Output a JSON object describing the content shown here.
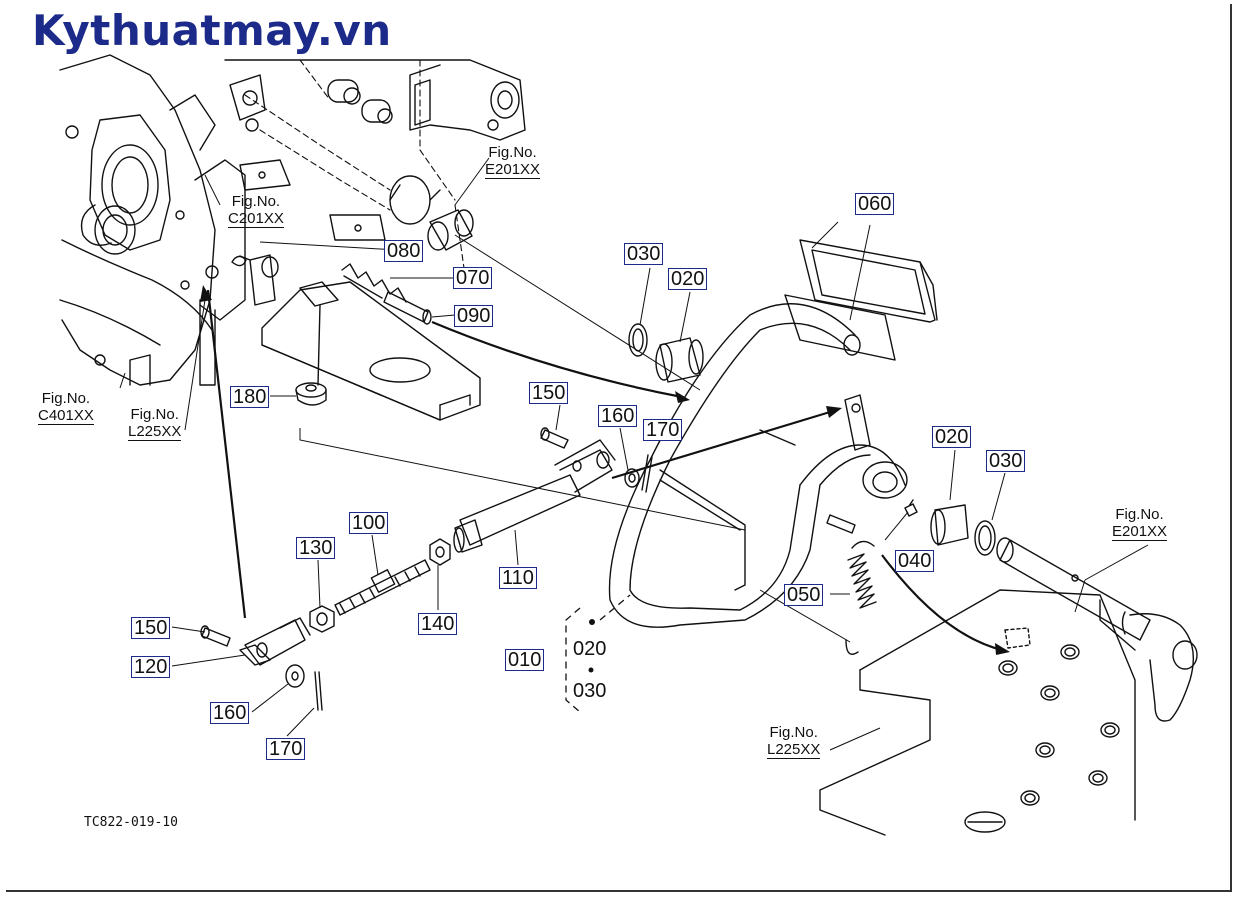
{
  "watermark": "Kythuatmay.vn",
  "diagram_code": "TC822-019-10",
  "fig_ref_label": "Fig.No.",
  "fig_refs": {
    "e201_top": "E201XX",
    "c201": "C201XX",
    "c401": "C401XX",
    "l225_left": "L225XX",
    "e201_right": "E201XX",
    "l225_bottom": "L225XX"
  },
  "parts": {
    "p060": "060",
    "p030_a": "030",
    "p020_a": "020",
    "p080": "080",
    "p070": "070",
    "p090": "090",
    "p180": "180",
    "p150_a": "150",
    "p160_a": "160",
    "p170_a": "170",
    "p020_b": "020",
    "p030_b": "030",
    "p100": "100",
    "p130": "130",
    "p110": "110",
    "p040": "040",
    "p050": "050",
    "p140": "140",
    "p010": "010",
    "p150_b": "150",
    "p120": "120",
    "p160_b": "160",
    "p170_b": "170"
  },
  "group_items": [
    "020",
    "030"
  ]
}
